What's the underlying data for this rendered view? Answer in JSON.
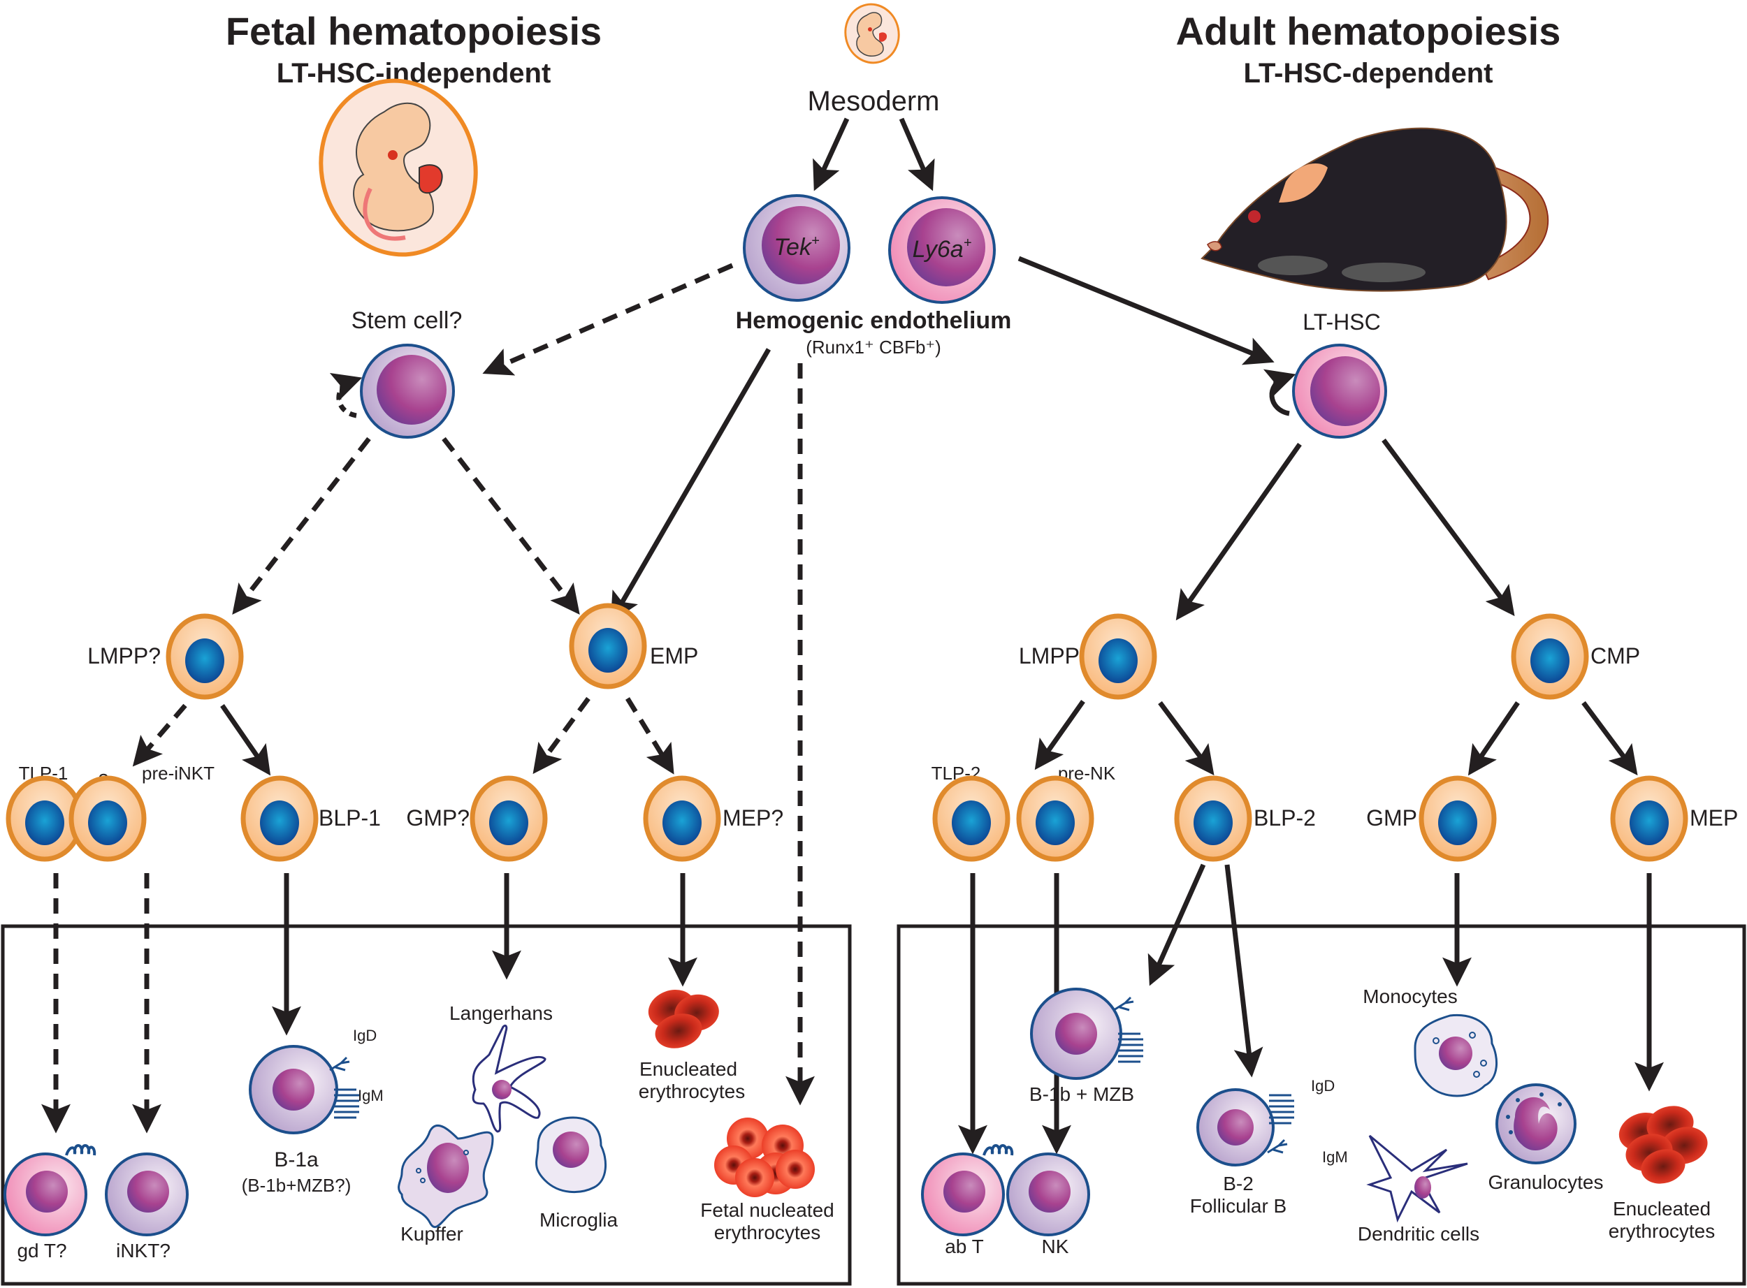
{
  "colors": {
    "progenitor_fill": "#fbc89a",
    "progenitor_stroke": "#e08a2c",
    "progenitor_nucleus": "#0a5aa8",
    "stem_nucleus": "#a8428f",
    "cell_outline": "#1c4f8c",
    "erythrocyte": "#d8321f",
    "ink": "#231f20",
    "embryo_outline": "#f08a24",
    "mouse_body": "#231f26",
    "mouse_tail": "#b56e34"
  },
  "left_panel": {
    "title": "Fetal hematopoiesis",
    "subtitle": "LT-HSC-independent",
    "icon": "embryo-icon"
  },
  "right_panel": {
    "title": "Adult hematopoiesis",
    "subtitle": "LT-HSC-dependent",
    "icon": "mouse-icon"
  },
  "center": {
    "origin": "Mesoderm",
    "origin_icon": "embryo-icon",
    "cells": [
      {
        "label": "Tek",
        "sup": "+"
      },
      {
        "label": "Ly6a",
        "sup": "+"
      }
    ],
    "hemogenic_title": "Hemogenic endothelium",
    "hemogenic_sub": "(Runx1⁺ CBFb⁺)"
  },
  "fetal": {
    "stem": "Stem cell?",
    "lmpp": "LMPP?",
    "emp": "EMP",
    "tlp": "TLP-1",
    "question": "?",
    "pre_inkt": "pre-iNKT",
    "blp": "BLP-1",
    "gmp": "GMP?",
    "mep": "MEP?",
    "outputs": {
      "gdt": "gd T?",
      "inkt": "iNKT?",
      "b1a": "B-1a",
      "b1a_sub": "(B-1b+MZB?)",
      "igd": "IgD",
      "igm": "IgM",
      "langerhans": "Langerhans",
      "kupffer": "Kupffer",
      "microglia": "Microglia",
      "enucleated_1": "Enucleated",
      "enucleated_2": "erythrocytes",
      "fetal_nuc_1": "Fetal nucleated",
      "fetal_nuc_2": "erythrocytes"
    }
  },
  "adult": {
    "lthsc": "LT-HSC",
    "lmpp": "LMPP",
    "cmp": "CMP",
    "tlp": "TLP-2",
    "pre_nk": "pre-NK",
    "blp": "BLP-2",
    "gmp": "GMP",
    "mep": "MEP",
    "outputs": {
      "abt": "ab T",
      "nk": "NK",
      "b1b": "B-1b + MZB",
      "b2": "B-2",
      "b2_sub": "Follicular B",
      "igd": "IgD",
      "igm": "IgM",
      "monocytes": "Monocytes",
      "granulocytes": "Granulocytes",
      "dendritic": "Dendritic cells",
      "enucleated_1": "Enucleated",
      "enucleated_2": "erythrocytes"
    }
  }
}
